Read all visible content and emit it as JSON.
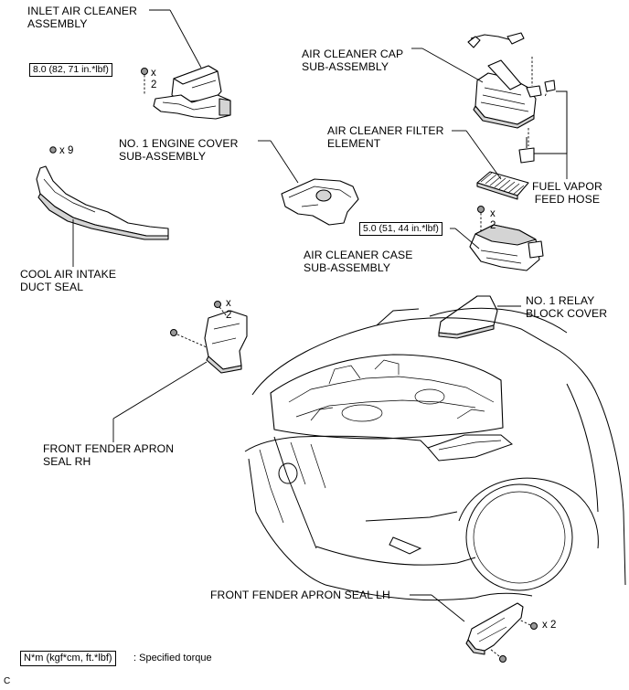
{
  "labels": {
    "inlet_air_cleaner": [
      "INLET AIR CLEANER",
      "ASSEMBLY"
    ],
    "air_cleaner_cap": [
      "AIR CLEANER CAP",
      "SUB-ASSEMBLY"
    ],
    "air_cleaner_filter": [
      "AIR CLEANER FILTER",
      "ELEMENT"
    ],
    "engine_cover": [
      "NO. 1 ENGINE COVER",
      "SUB-ASSEMBLY"
    ],
    "fuel_vapor": [
      "FUEL VAPOR",
      "FEED HOSE"
    ],
    "cool_air_intake": [
      "COOL AIR INTAKE",
      "DUCT SEAL"
    ],
    "air_cleaner_case": [
      "AIR CLEANER CASE",
      "SUB-ASSEMBLY"
    ],
    "relay_block_cover": [
      "NO. 1 RELAY",
      "BLOCK COVER"
    ],
    "fender_apron_rh": [
      "FRONT FENDER APRON",
      "SEAL RH"
    ],
    "fender_apron_lh": "FRONT FENDER APRON SEAL LH"
  },
  "torques": {
    "inlet": "8.0 (82, 71 in.*lbf)",
    "case": "5.0 (51, 44 in.*lbf)"
  },
  "quantities": {
    "inlet_bolt": [
      "x",
      "2"
    ],
    "clip_cool_air": "x 9",
    "case_bolt": [
      "x",
      "2"
    ],
    "rh_clip": [
      "x",
      "2"
    ],
    "lh_clip": "x 2"
  },
  "legend": {
    "box": "N*m (kgf*cm, ft.*lbf)",
    "text": ": Specified torque"
  },
  "corner_mark": "C"
}
